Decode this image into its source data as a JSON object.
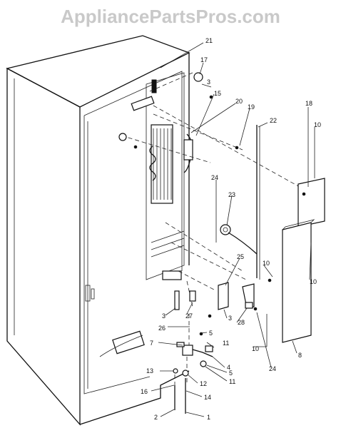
{
  "watermark": "AppliancePartsPros.com",
  "callouts": {
    "c21": "21",
    "c17": "17",
    "c3a": "3",
    "c15": "15",
    "c20": "20",
    "c19": "19",
    "c22": "22",
    "c18": "18",
    "c10a": "10",
    "c24a": "24",
    "c23": "23",
    "c10b": "10",
    "c10c": "10",
    "c25": "25",
    "c27": "27",
    "c3b": "3",
    "c3c": "3",
    "c26": "26",
    "c28": "28",
    "c10d": "10",
    "c8": "8",
    "c24b": "24",
    "c5a": "5",
    "c7": "7",
    "c11a": "11",
    "c4": "4",
    "c5b": "5",
    "c11b": "11",
    "c13": "13",
    "c12": "12",
    "c16": "16",
    "c14": "14",
    "c2": "2",
    "c1": "1"
  }
}
